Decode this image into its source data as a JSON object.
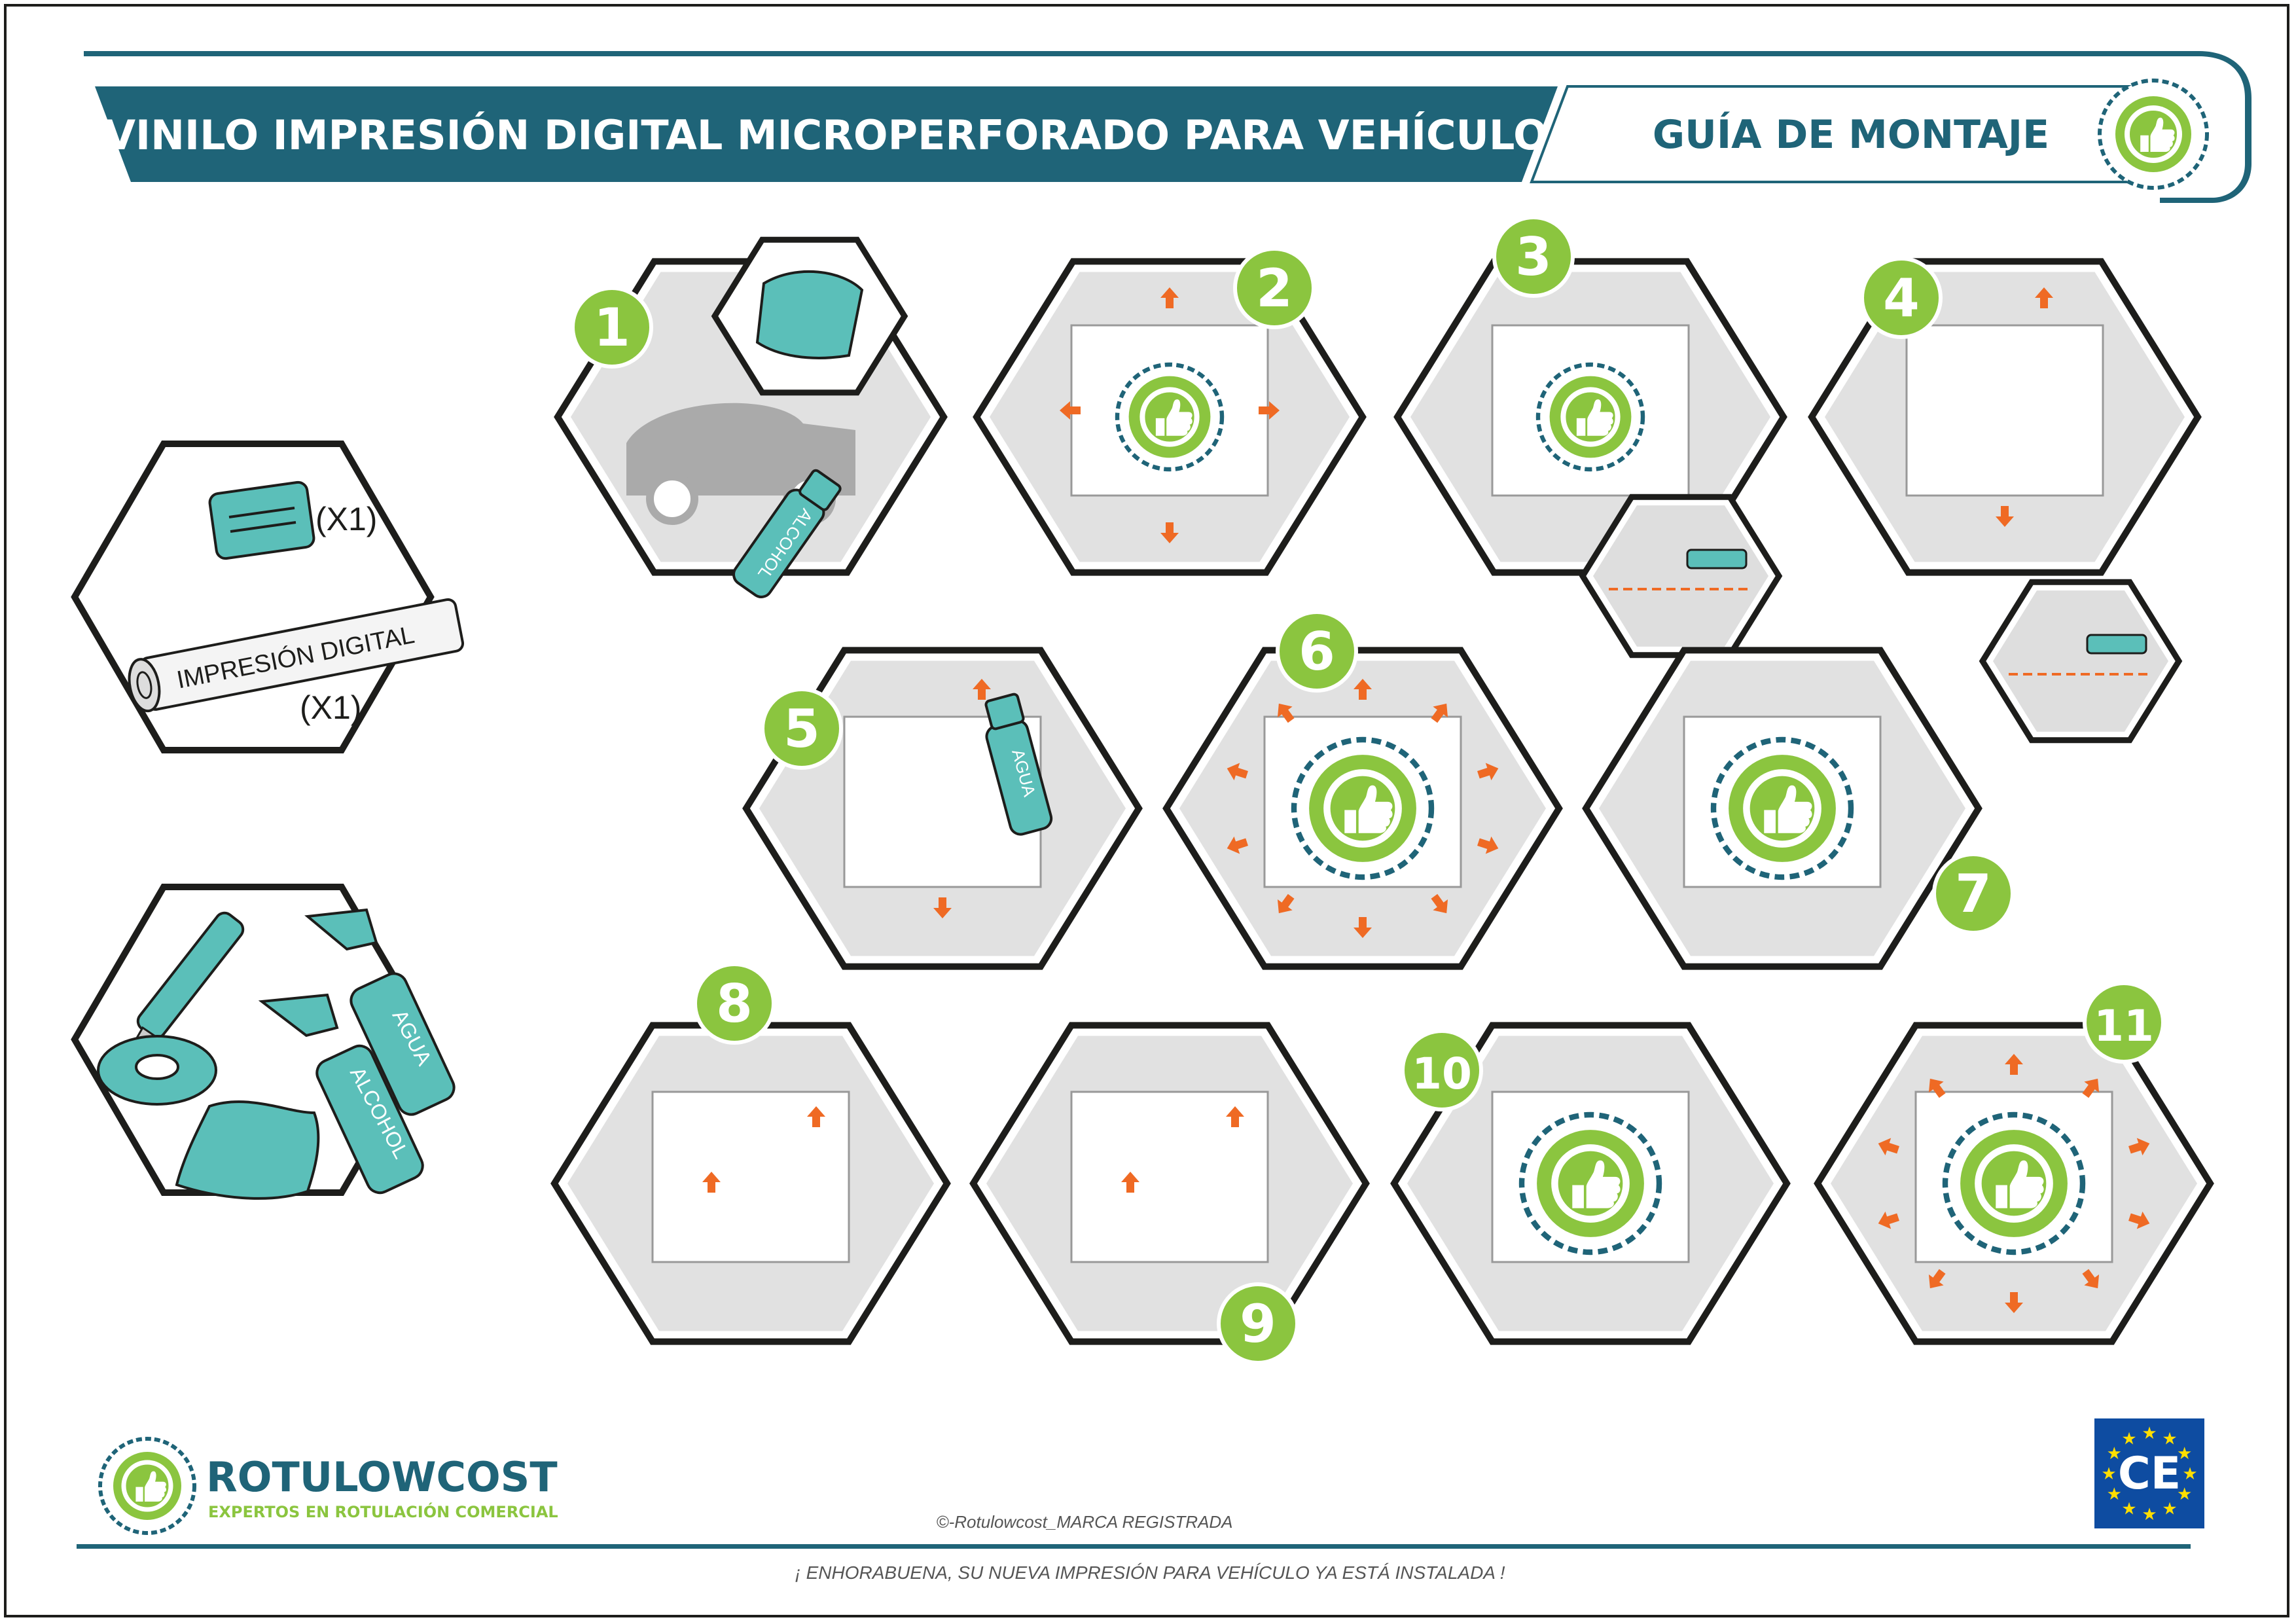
{
  "header": {
    "title": "VINILO IMPRESIÓN DIGITAL MICROPERFORADO PARA VEHÍCULO",
    "guide_label": "GUÍA DE MONTAJE"
  },
  "kit": {
    "contents": [
      {
        "item": "squeegee",
        "quantity_label": "(X1)"
      },
      {
        "item": "print-roll",
        "roll_text": "IMPRESIÓN DIGITAL",
        "quantity_label": "(X1)"
      }
    ],
    "tools": {
      "water_label": "AGUA",
      "alcohol_label": "ALCOHOL"
    }
  },
  "steps": [
    {
      "number": "1",
      "bottle_label": "ALCOHOL"
    },
    {
      "number": "2"
    },
    {
      "number": "3"
    },
    {
      "number": "4"
    },
    {
      "number": "5",
      "bottle_label": "AGUA"
    },
    {
      "number": "6"
    },
    {
      "number": "7"
    },
    {
      "number": "8"
    },
    {
      "number": "9"
    },
    {
      "number": "10"
    },
    {
      "number": "11"
    }
  ],
  "footer": {
    "brand_name": "ROTULOWCOST",
    "brand_tagline": "EXPERTOS EN ROTULACIÓN COMERCIAL",
    "copyright": "©-Rotulowcost_MARCA REGISTRADA",
    "closing_message": "¡ ENHORABUENA, SU NUEVA IMPRESIÓN PARA VEHÍCULO YA ESTÁ INSTALADA !",
    "certification_mark": "CE"
  },
  "colors": {
    "brand_teal": "#1f6478",
    "accent_green": "#8bc53f",
    "tool_teal": "#5bbfb9",
    "arrow_orange": "#ef6a24",
    "outline": "#1d1d1b",
    "panel_grey": "#c8c8c8",
    "eu_blue": "#0e4ca1",
    "eu_star": "#ffde00"
  }
}
